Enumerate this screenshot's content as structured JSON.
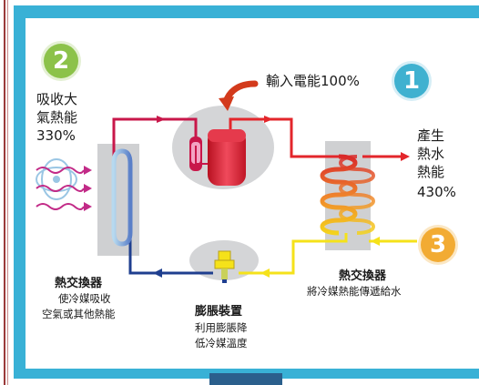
{
  "steps": {
    "one": "1",
    "two": "2",
    "three": "3"
  },
  "labels": {
    "input_power": "輸入電能100%",
    "absorb_air_heat": [
      "吸收大",
      "氣熱能",
      "330%"
    ],
    "produce_hot_water": [
      "產生",
      "熱水",
      "熱能",
      "430%"
    ],
    "heat_exchanger_left": "熱交換器",
    "heat_exchanger_left_desc": [
      "使冷媒吸收",
      "空氣或其他熱能"
    ],
    "expansion_device": "膨脹裝置",
    "expansion_device_desc": [
      "利用膨脹降",
      "低冷媒溫度"
    ],
    "heat_exchanger_right": "熱交換器",
    "heat_exchanger_right_desc": "將冷媒熱能傳遞給水"
  },
  "colors": {
    "frame": "#39b1d6",
    "refrigerant_hot": "#c8174a",
    "refrigerant_cold": "#1f3f8f",
    "water_hot": "#e3262b",
    "water_cold": "#f5e21a",
    "air": "#c22a87",
    "step1": "#3fb1d0",
    "step2": "#8cc24a",
    "step3": "#f2ab33"
  },
  "icons": [
    "arrow-curved-icon",
    "compressor-icon",
    "expansion-valve-icon",
    "fan-icon"
  ]
}
